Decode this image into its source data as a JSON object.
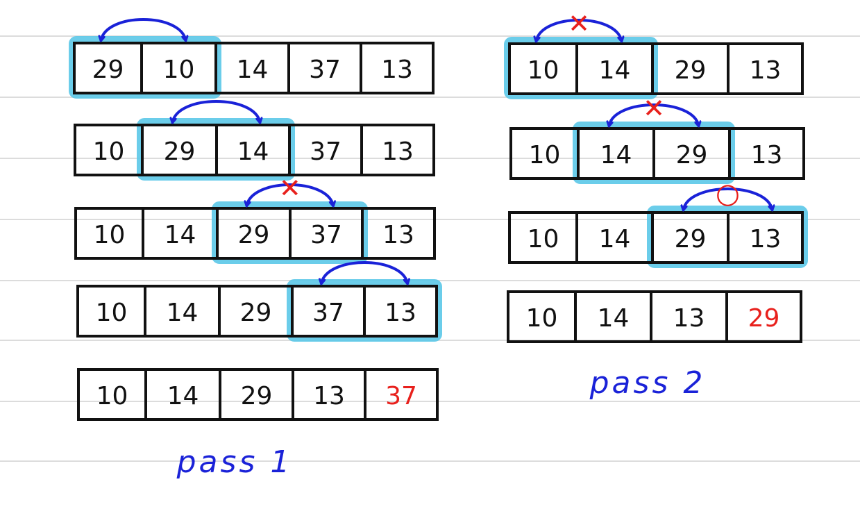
{
  "colors": {
    "paper": "#ffffff",
    "ruled_line": "#dcdcdc",
    "cell_border": "#111111",
    "digit": "#111111",
    "highlight": "#5bc8e8",
    "swap_arrow": "#1a22d8",
    "sorted_value": "#e8201c",
    "no_swap_mark": "#e8201c",
    "pass_label": "#1a22d8"
  },
  "marks": {
    "no_swap": "✕",
    "swap": "○"
  },
  "pass1": {
    "label": "pass 1",
    "rows": [
      {
        "values": [
          "29",
          "10",
          "14",
          "37",
          "13"
        ],
        "compare": [
          0,
          1
        ],
        "result": "swap",
        "sorted_from": null
      },
      {
        "values": [
          "10",
          "29",
          "14",
          "37",
          "13"
        ],
        "compare": [
          1,
          2
        ],
        "result": "swap",
        "sorted_from": null
      },
      {
        "values": [
          "10",
          "14",
          "29",
          "37",
          "13"
        ],
        "compare": [
          2,
          3
        ],
        "result": "no-swap",
        "sorted_from": null
      },
      {
        "values": [
          "10",
          "14",
          "29",
          "37",
          "13"
        ],
        "compare": [
          3,
          4
        ],
        "result": "swap",
        "sorted_from": null
      },
      {
        "values": [
          "10",
          "14",
          "29",
          "13",
          "37"
        ],
        "compare": null,
        "result": null,
        "sorted_from": 4
      }
    ]
  },
  "pass2": {
    "label": "pass 2",
    "rows": [
      {
        "values": [
          "10",
          "14",
          "29",
          "13"
        ],
        "compare": [
          0,
          1
        ],
        "result": "no-swap",
        "sorted_from": null
      },
      {
        "values": [
          "10",
          "14",
          "29",
          "13"
        ],
        "compare": [
          1,
          2
        ],
        "result": "no-swap",
        "sorted_from": null
      },
      {
        "values": [
          "10",
          "14",
          "29",
          "13"
        ],
        "compare": [
          2,
          3
        ],
        "result": "swap",
        "sorted_from": null
      },
      {
        "values": [
          "10",
          "14",
          "13",
          "29"
        ],
        "compare": null,
        "result": null,
        "sorted_from": 3
      }
    ]
  }
}
